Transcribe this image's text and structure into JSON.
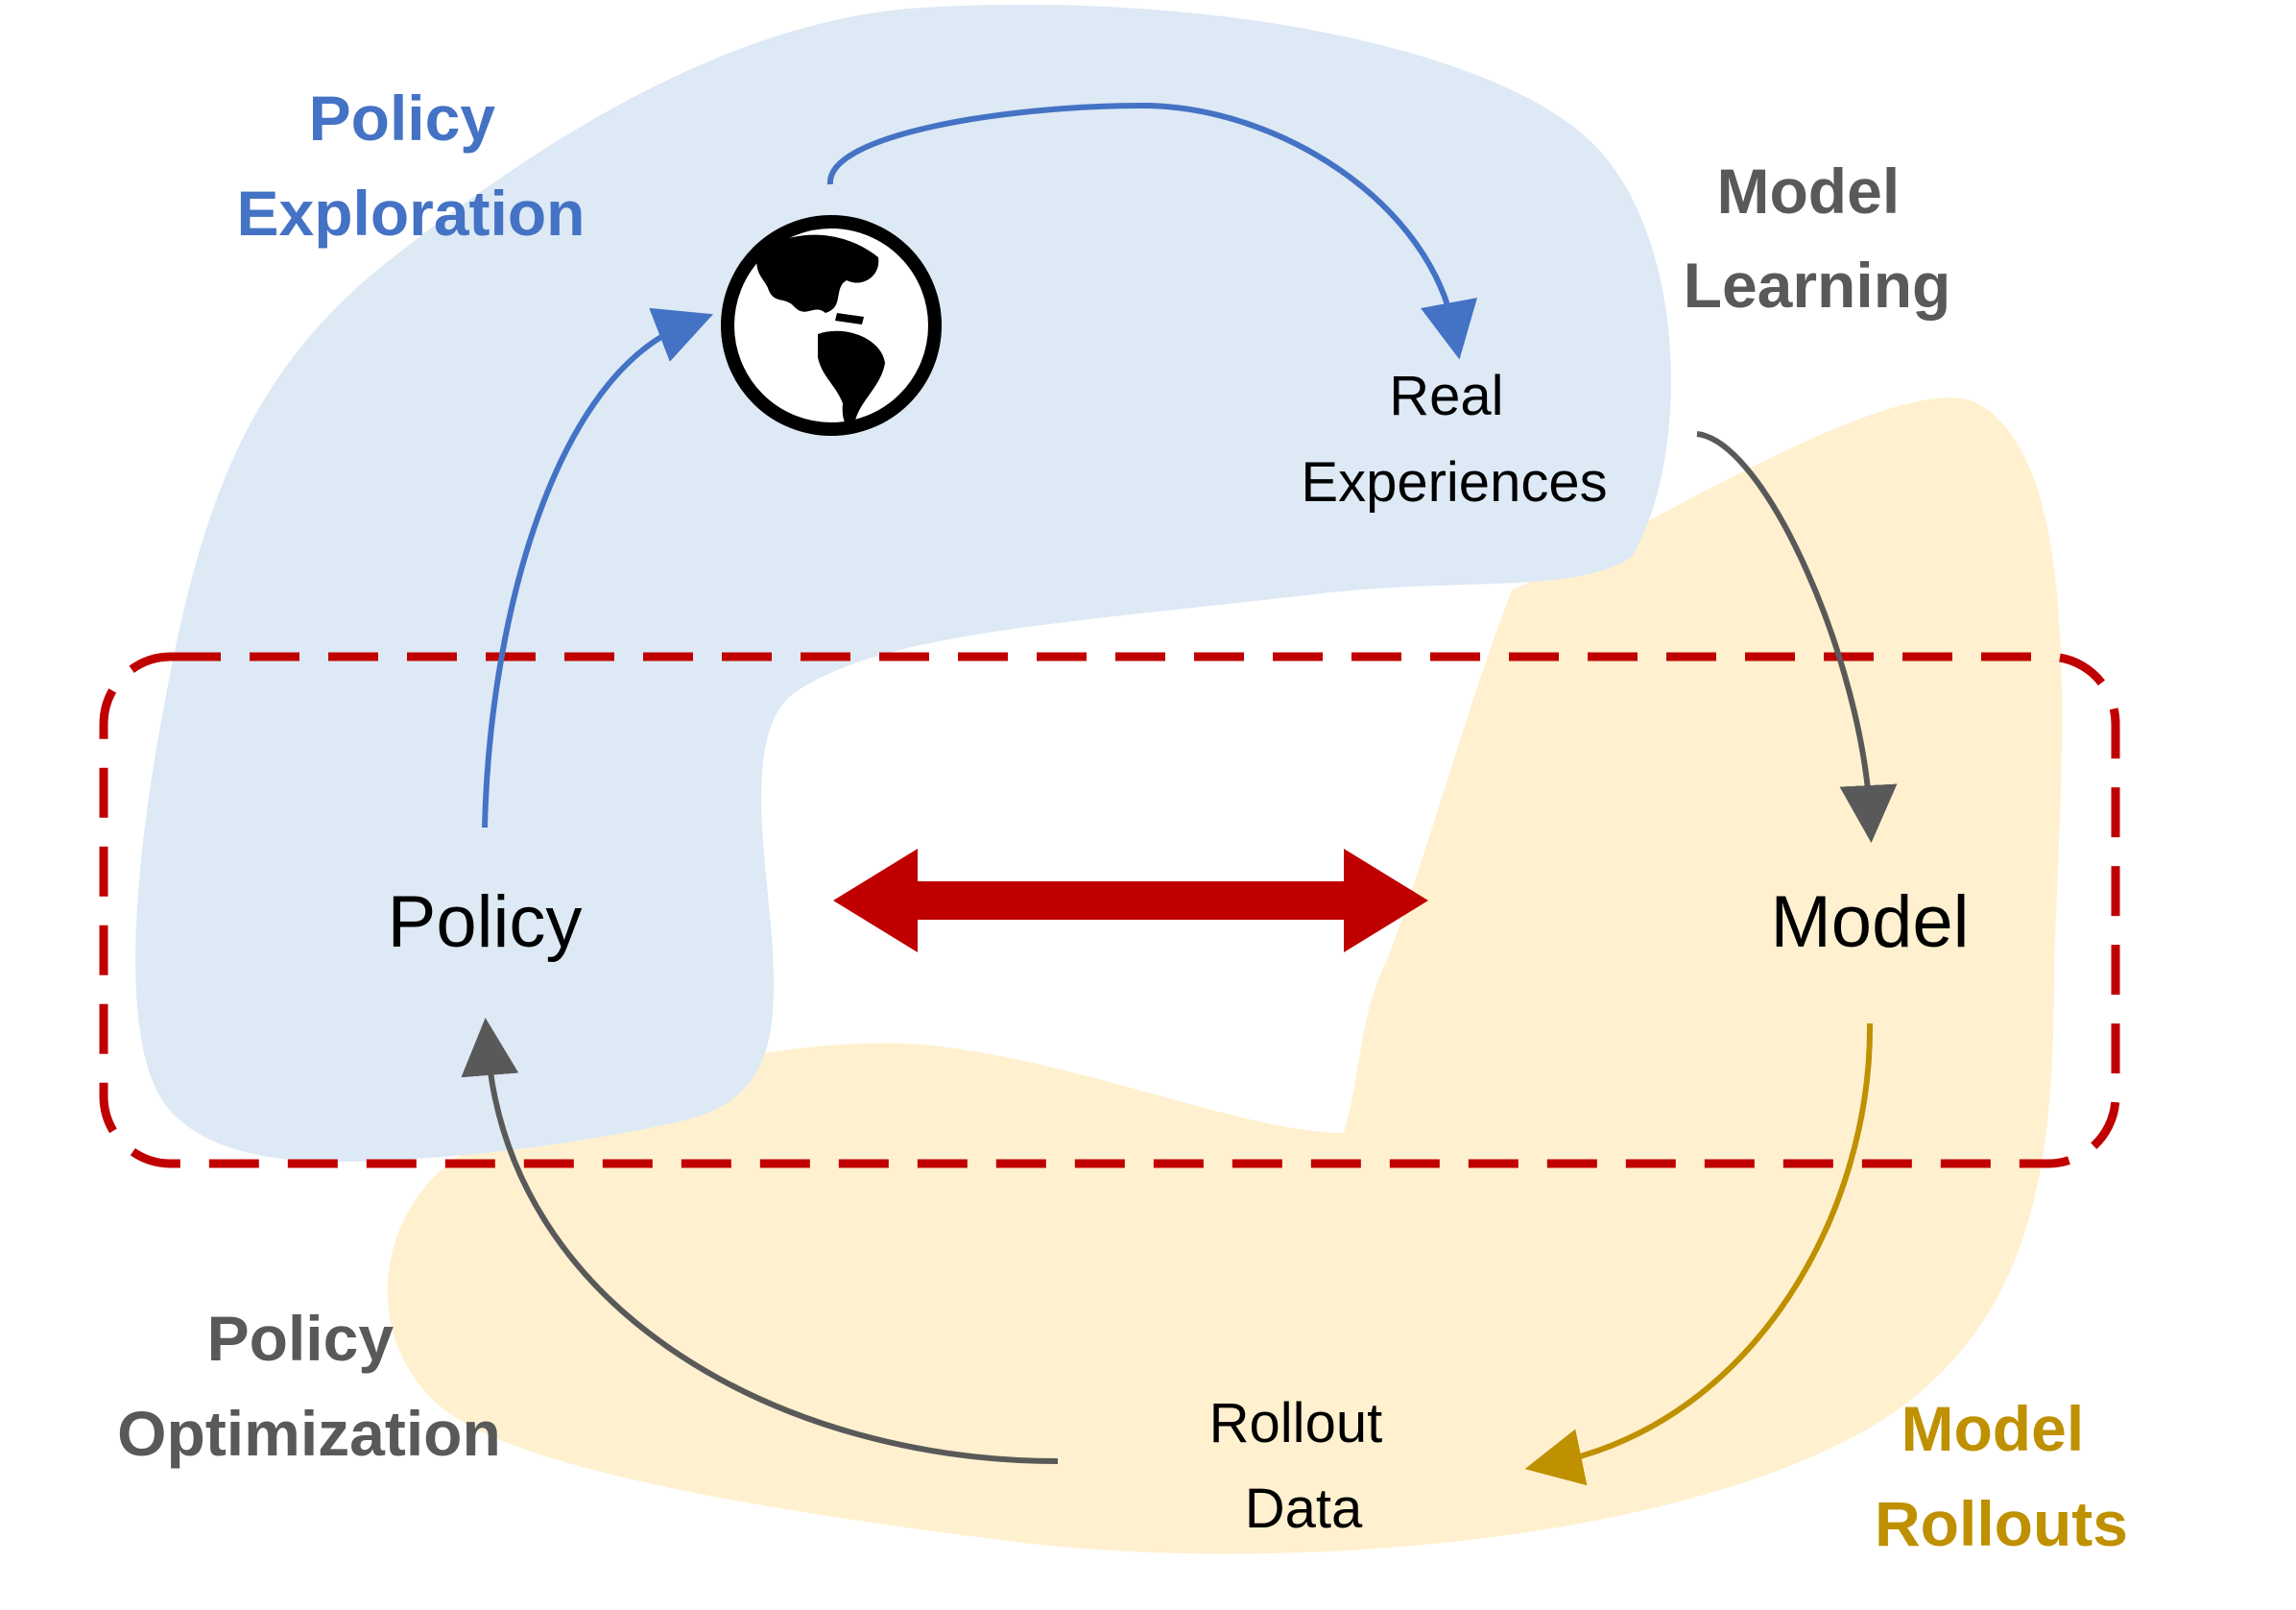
{
  "colors": {
    "exploration_region": "#dde9f5",
    "rollout_region": "#fff1cf",
    "exploration_text": "#4472c4",
    "learning_text": "#595959",
    "optimization_text": "#595959",
    "rollouts_text": "#bf9000",
    "exploration_arrow": "#4472c4",
    "gray_arrow": "#595959",
    "gold_arrow": "#bf9000",
    "dashed_box": "#c00000",
    "double_arrow": "#c00000",
    "globe": "#000000"
  },
  "sections": {
    "policy_exploration": [
      "Policy",
      "Exploration"
    ],
    "model_learning": [
      "Model",
      "Learning"
    ],
    "policy_optimization": [
      "Policy",
      "Optimization"
    ],
    "model_rollouts": [
      "Model",
      "Rollouts"
    ]
  },
  "nodes": {
    "policy": "Policy",
    "model": "Model",
    "real_experiences": [
      "Real",
      "Experiences"
    ],
    "rollout_data": [
      "Rollout",
      "Data"
    ]
  },
  "icons": {
    "environment": "globe-icon"
  }
}
